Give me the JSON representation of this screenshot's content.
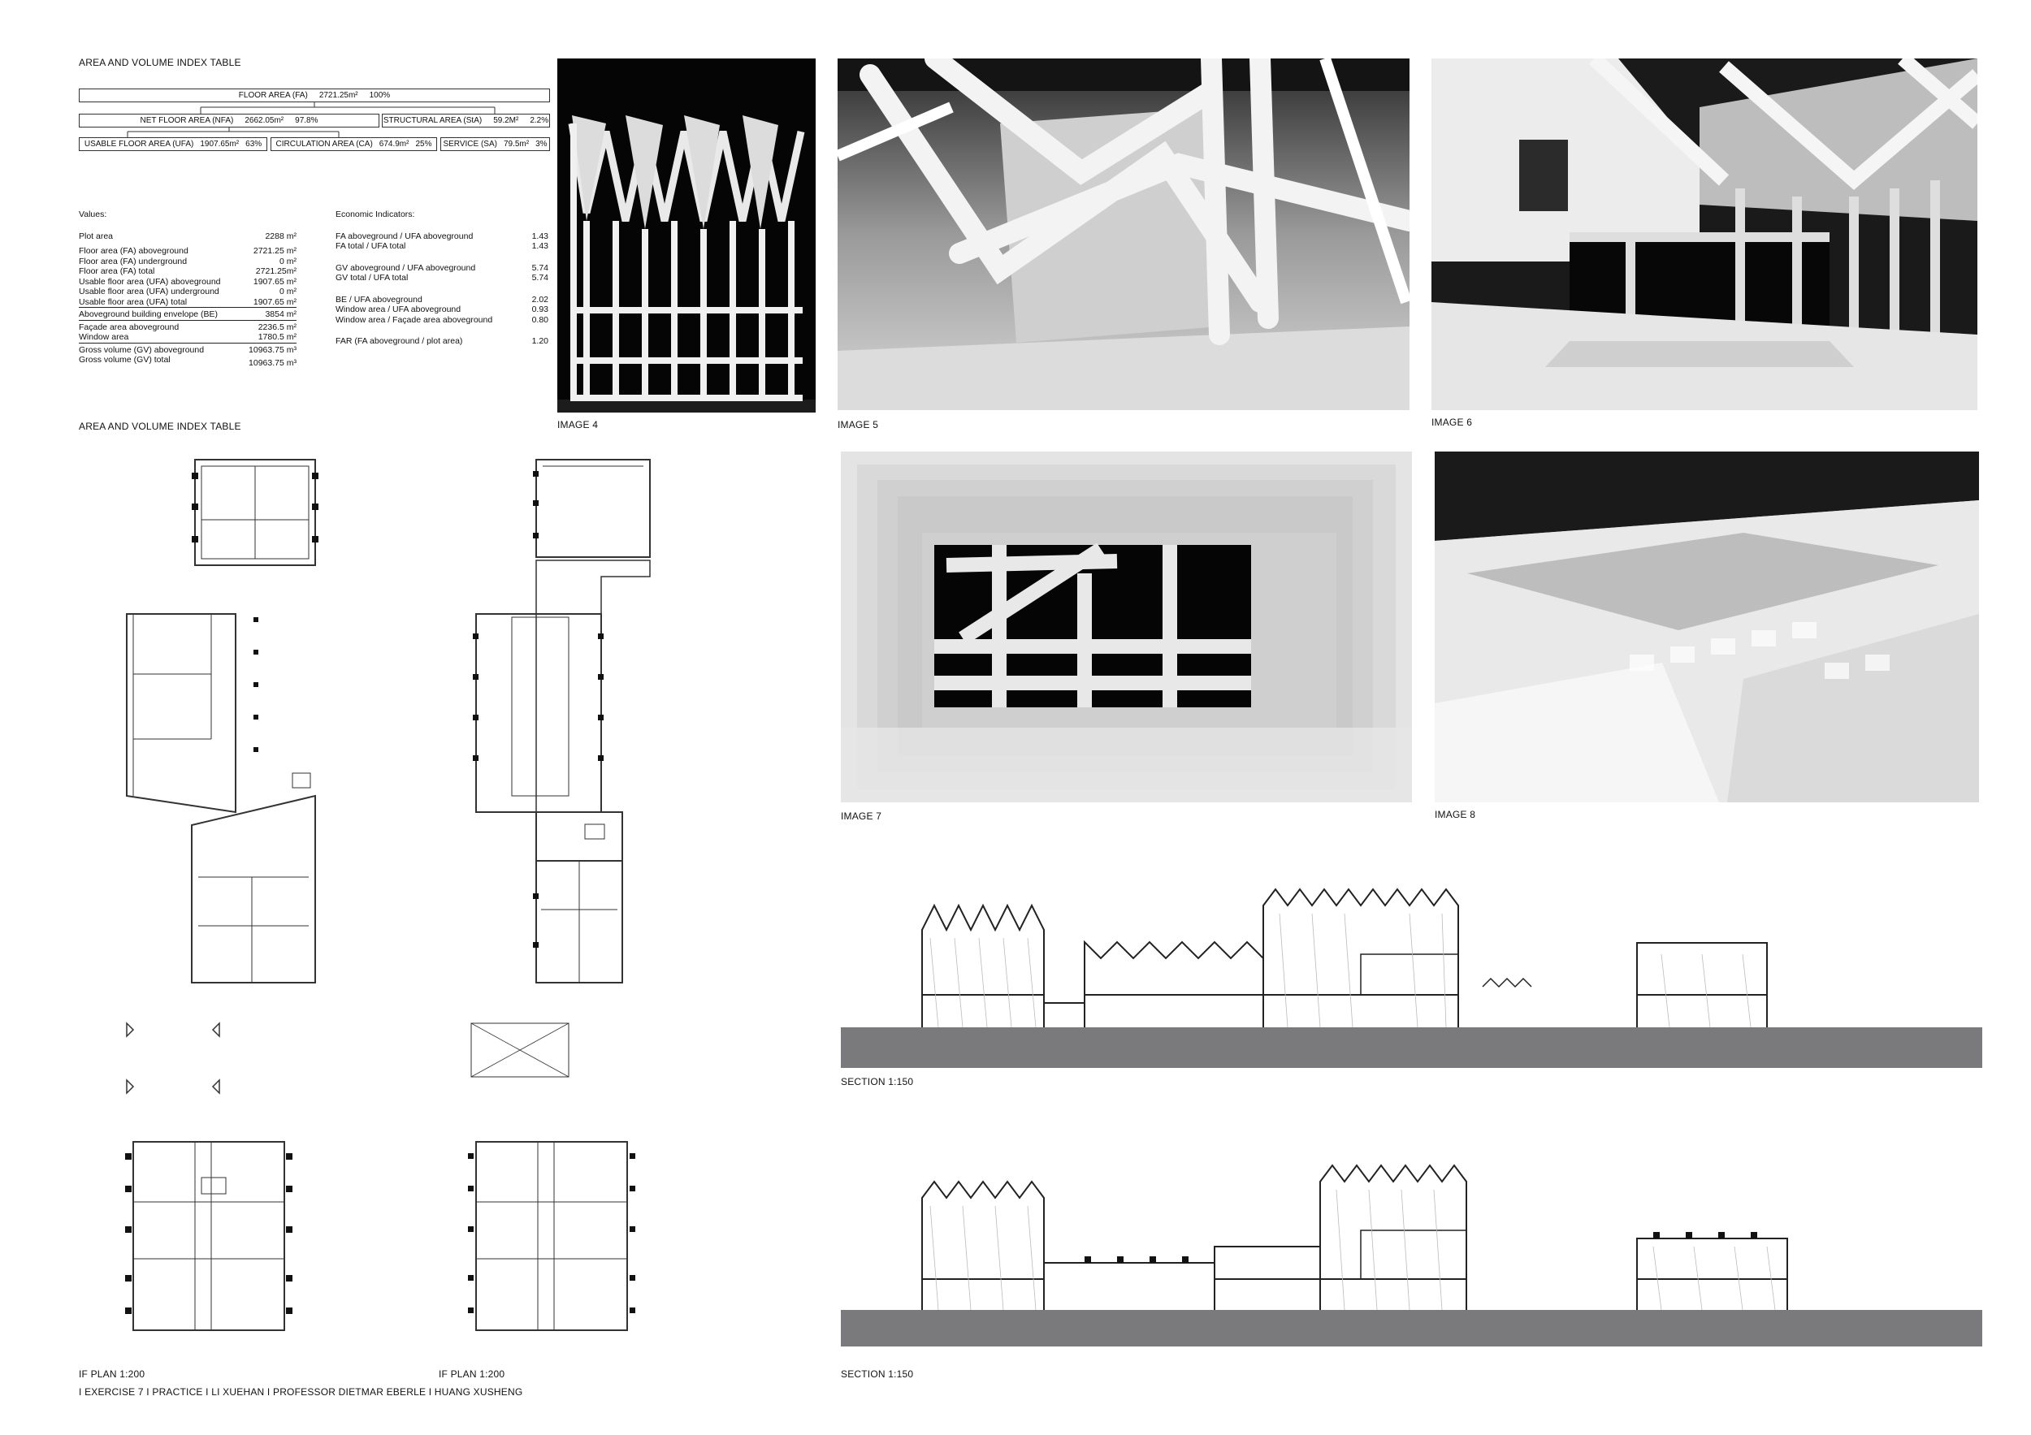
{
  "index_table": {
    "title_top": "AREA AND VOLUME INDEX TABLE",
    "title_bottom": "AREA AND VOLUME INDEX TABLE",
    "floor_area": {
      "label": "FLOOR AREA  (FA)",
      "value": "2721.25m²",
      "pct": "100%"
    },
    "net_floor_area": {
      "label": "NET FLOOR AREA  (NFA)",
      "value": "2662.05m²",
      "pct": "97.8%"
    },
    "structural_area": {
      "label": "STRUCTURAL AREA  (StA)",
      "value": "59.2M²",
      "pct": "2.2%"
    },
    "usable_floor_area": {
      "label": "USABLE FLOOR AREA  (UFA)",
      "value": "1907.65m²",
      "pct": "63%"
    },
    "circulation_area": {
      "label": "CIRCULATION AREA  (CA)",
      "value": "674.9m²",
      "pct": "25%"
    },
    "service": {
      "label": "SERVICE  (SA)",
      "value": "79.5m²",
      "pct": "3%"
    }
  },
  "values": {
    "heading": "Values:",
    "rows": [
      {
        "label": "Plot area",
        "value": "2288 m²"
      },
      {
        "label": "Floor area (FA) aboveground",
        "value": "2721.25 m²"
      },
      {
        "label": "Floor area (FA) underground",
        "value": "0 m²"
      },
      {
        "label": "Floor area (FA) total",
        "value": "2721.25m²"
      },
      {
        "label": "Usable floor area (UFA) aboveground",
        "value": "1907.65 m²"
      },
      {
        "label": "Usable floor area (UFA) underground",
        "value": "0 m²"
      },
      {
        "label": "Usable floor area (UFA) total",
        "value": "1907.65 m²"
      },
      {
        "label": "Aboveground building envelope (BE)",
        "value": "3854 m²"
      },
      {
        "label": "Façade area aboveground",
        "value": "2236.5 m²"
      },
      {
        "label": "Window area",
        "value": "1780.5 m²"
      },
      {
        "label": "Gross volume (GV) aboveground",
        "value": "10963.75 m³"
      },
      {
        "label": "Gross volume (GV) total",
        "value": "10963.75 m³"
      }
    ]
  },
  "economic": {
    "heading": "Economic Indicators:",
    "rows": [
      {
        "label": "FA aboveground / UFA aboveground",
        "value": "1.43"
      },
      {
        "label": "FA total / UFA total",
        "value": "1.43"
      },
      {
        "label": "GV aboveground / UFA aboveground",
        "value": "5.74"
      },
      {
        "label": "GV total / UFA total",
        "value": "5.74"
      },
      {
        "label": "BE / UFA aboveground",
        "value": "2.02"
      },
      {
        "label": "Window area / UFA aboveground",
        "value": "0.93"
      },
      {
        "label": "Window area / Façade area aboveground",
        "value": "0.80"
      },
      {
        "label": "FAR (FA aboveground / plot area)",
        "value": "1.20"
      }
    ]
  },
  "images": {
    "image4": "IMAGE 4",
    "image5": "IMAGE 5",
    "image6": "IMAGE 6",
    "image7": "IMAGE 7",
    "image8": "IMAGE 8"
  },
  "plans": {
    "left_caption": "IF PLAN 1:200",
    "right_caption": "IF PLAN 1:200"
  },
  "sections": {
    "top_caption": "SECTION 1:150",
    "bottom_caption": "SECTION 1:150"
  },
  "footer": "I EXERCISE 7 I PRACTICE I LI XUEHAN I PROFESSOR DIETMAR EBERLE I HUANG XUSHENG",
  "colors": {
    "ground": "#7a7a7c",
    "photo_dark": "#050505",
    "model_white": "#f2f2f2"
  }
}
